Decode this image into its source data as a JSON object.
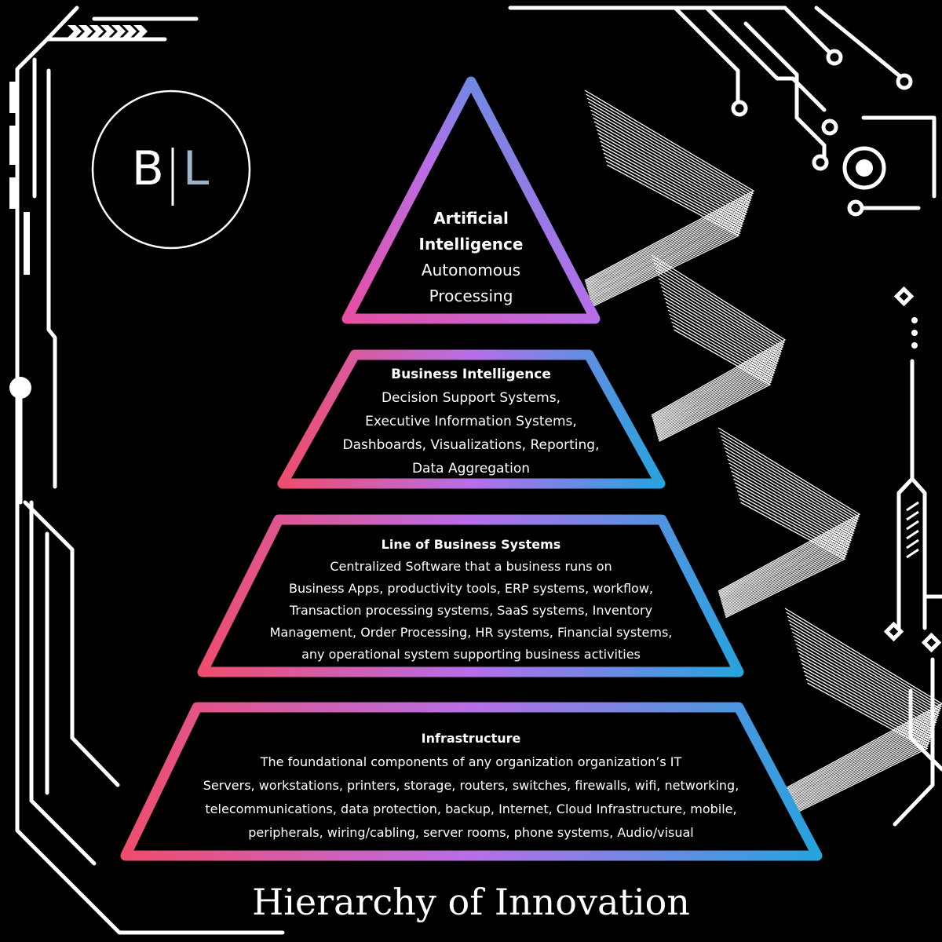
{
  "logo": {
    "letters": "B|L",
    "left": "B",
    "right": "L"
  },
  "tiers": {
    "ai": {
      "title_lines": [
        "Artificial",
        "Intelligence"
      ],
      "body_lines": [
        "Autonomous",
        "Processing"
      ]
    },
    "bi": {
      "title": "Business Intelligence",
      "body_lines": [
        "Decision Support Systems,",
        "Executive Information Systems,",
        "Dashboards, Visualizations, Reporting,",
        "Data Aggregation"
      ]
    },
    "lob": {
      "title": "Line of Business Systems",
      "body_lines": [
        "Centralized Software that a business runs on",
        "Business Apps, productivity tools, ERP systems, workflow,",
        "Transaction processing systems, SaaS systems, Inventory",
        "Management, Order Processing, HR systems, Financial systems,",
        "any operational system supporting business activities"
      ]
    },
    "infra": {
      "title": "Infrastructure",
      "body_lines": [
        "The foundational components of any organization organization’s IT",
        "Servers, workstations, printers, storage, routers, switches, firewalls, wifi, networking,",
        "telecommunications, data protection, backup, Internet, Cloud Infrastructure, mobile,",
        "peripherals, wiring/cabling, server rooms, phone systems, Audio/visual"
      ]
    }
  },
  "page_title": "Hierarchy of Innovation",
  "colors": {
    "background": "#000000",
    "gradient_start": "#ee4d6e",
    "gradient_mid": "#b86ee8",
    "gradient_end": "#27a3dd",
    "decor": "#ffffff"
  }
}
